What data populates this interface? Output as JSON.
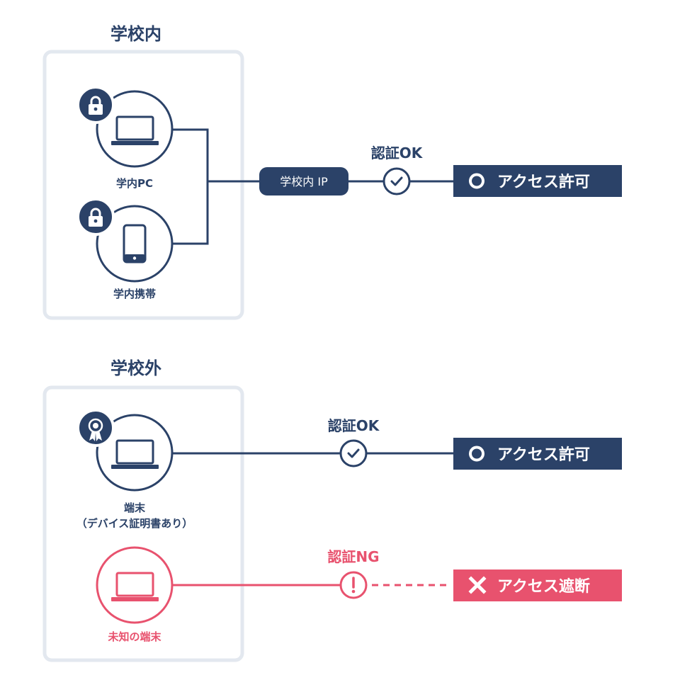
{
  "colors": {
    "navy": "#2b4268",
    "pink": "#e8526e",
    "panel_border": "#e3e8ef"
  },
  "campus": {
    "title": "学校内",
    "pc_label": "学内PC",
    "mobile_label": "学内携帯",
    "ip_label": "学校内 IP",
    "auth_label": "認証OK",
    "result_label": "アクセス許可"
  },
  "offcampus": {
    "title": "学校外",
    "cert_device_label_line1": "端末",
    "cert_device_label_line2": "（デバイス証明書あり）",
    "auth_ok_label": "認証OK",
    "allow_label": "アクセス許可",
    "unknown_device_label": "未知の端末",
    "auth_ng_label": "認証NG",
    "block_label": "アクセス遮断"
  },
  "icons": {
    "lock": "lock-icon",
    "certificate": "certificate-badge-icon",
    "laptop": "laptop-icon",
    "phone": "smartphone-icon",
    "check": "check-icon",
    "warning": "exclamation-icon",
    "circle": "circle-icon",
    "cross": "cross-icon"
  }
}
